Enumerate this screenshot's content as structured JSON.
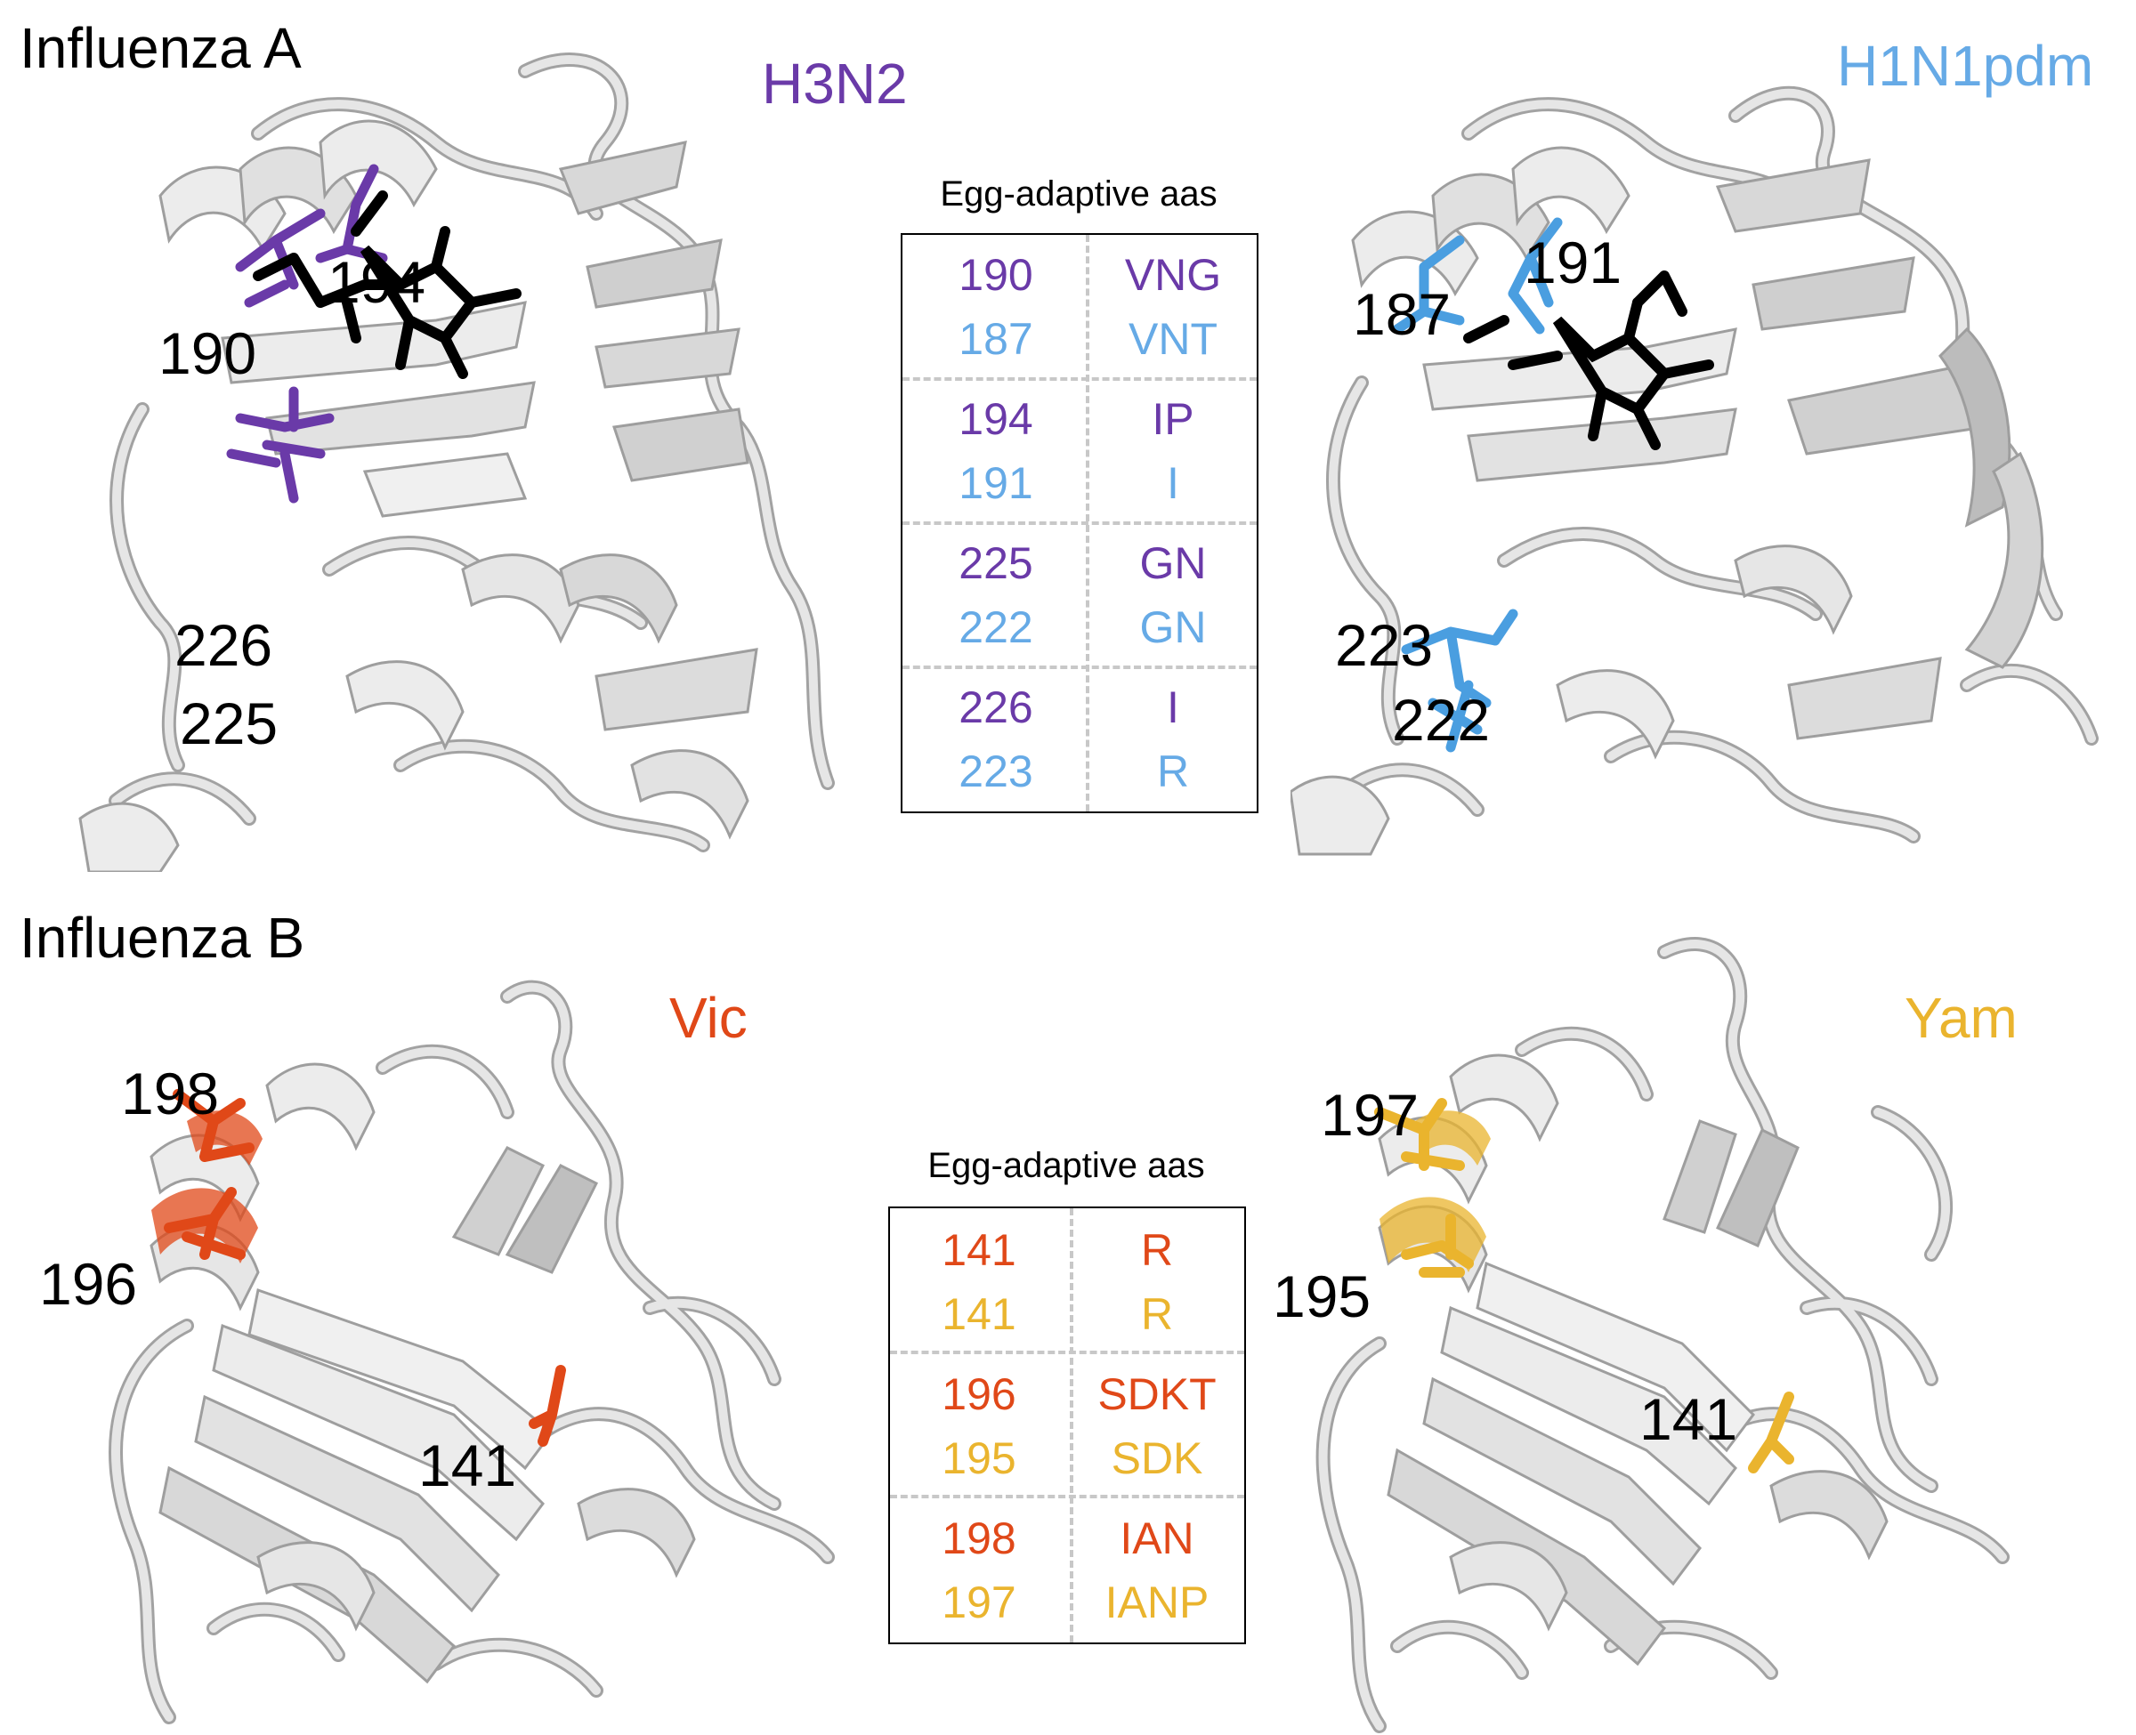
{
  "colors": {
    "h3n2": "#6a3aa8",
    "h1n1": "#66aae6",
    "vic": "#e04818",
    "yam": "#eab42e",
    "ligand": "#000000",
    "protein": "#e4e4e4",
    "protein_edge": "#a2a2a2"
  },
  "sections": {
    "a_title": "Influenza A",
    "b_title": "Influenza B"
  },
  "panels": {
    "h3n2": {
      "strain": "H3N2",
      "labels": [
        "194",
        "190",
        "226",
        "225"
      ]
    },
    "h1n1": {
      "strain": "H1N1pdm",
      "labels": [
        "191",
        "187",
        "223",
        "222"
      ]
    },
    "vic": {
      "strain": "Vic",
      "labels": [
        "198",
        "196",
        "141"
      ]
    },
    "yam": {
      "strain": "Yam",
      "labels": [
        "197",
        "195",
        "141"
      ]
    }
  },
  "table_a": {
    "title": "Egg-adaptive aas",
    "groups": [
      {
        "rows": [
          {
            "pos": "190",
            "aa": "VNG",
            "strain": "h3n2"
          },
          {
            "pos": "187",
            "aa": "VNT",
            "strain": "h1n1"
          }
        ]
      },
      {
        "rows": [
          {
            "pos": "194",
            "aa": "IP",
            "strain": "h3n2"
          },
          {
            "pos": "191",
            "aa": "I",
            "strain": "h1n1"
          }
        ]
      },
      {
        "rows": [
          {
            "pos": "225",
            "aa": "GN",
            "strain": "h3n2"
          },
          {
            "pos": "222",
            "aa": "GN",
            "strain": "h1n1"
          }
        ]
      },
      {
        "rows": [
          {
            "pos": "226",
            "aa": "I",
            "strain": "h3n2"
          },
          {
            "pos": "223",
            "aa": "R",
            "strain": "h1n1"
          }
        ]
      }
    ]
  },
  "table_b": {
    "title": "Egg-adaptive aas",
    "groups": [
      {
        "rows": [
          {
            "pos": "141",
            "aa": "R",
            "strain": "vic"
          },
          {
            "pos": "141",
            "aa": "R",
            "strain": "yam"
          }
        ]
      },
      {
        "rows": [
          {
            "pos": "196",
            "aa": "SDKT",
            "strain": "vic"
          },
          {
            "pos": "195",
            "aa": "SDK",
            "strain": "yam"
          }
        ]
      },
      {
        "rows": [
          {
            "pos": "198",
            "aa": "IAN",
            "strain": "vic"
          },
          {
            "pos": "197",
            "aa": "IANP",
            "strain": "yam"
          }
        ]
      }
    ]
  }
}
